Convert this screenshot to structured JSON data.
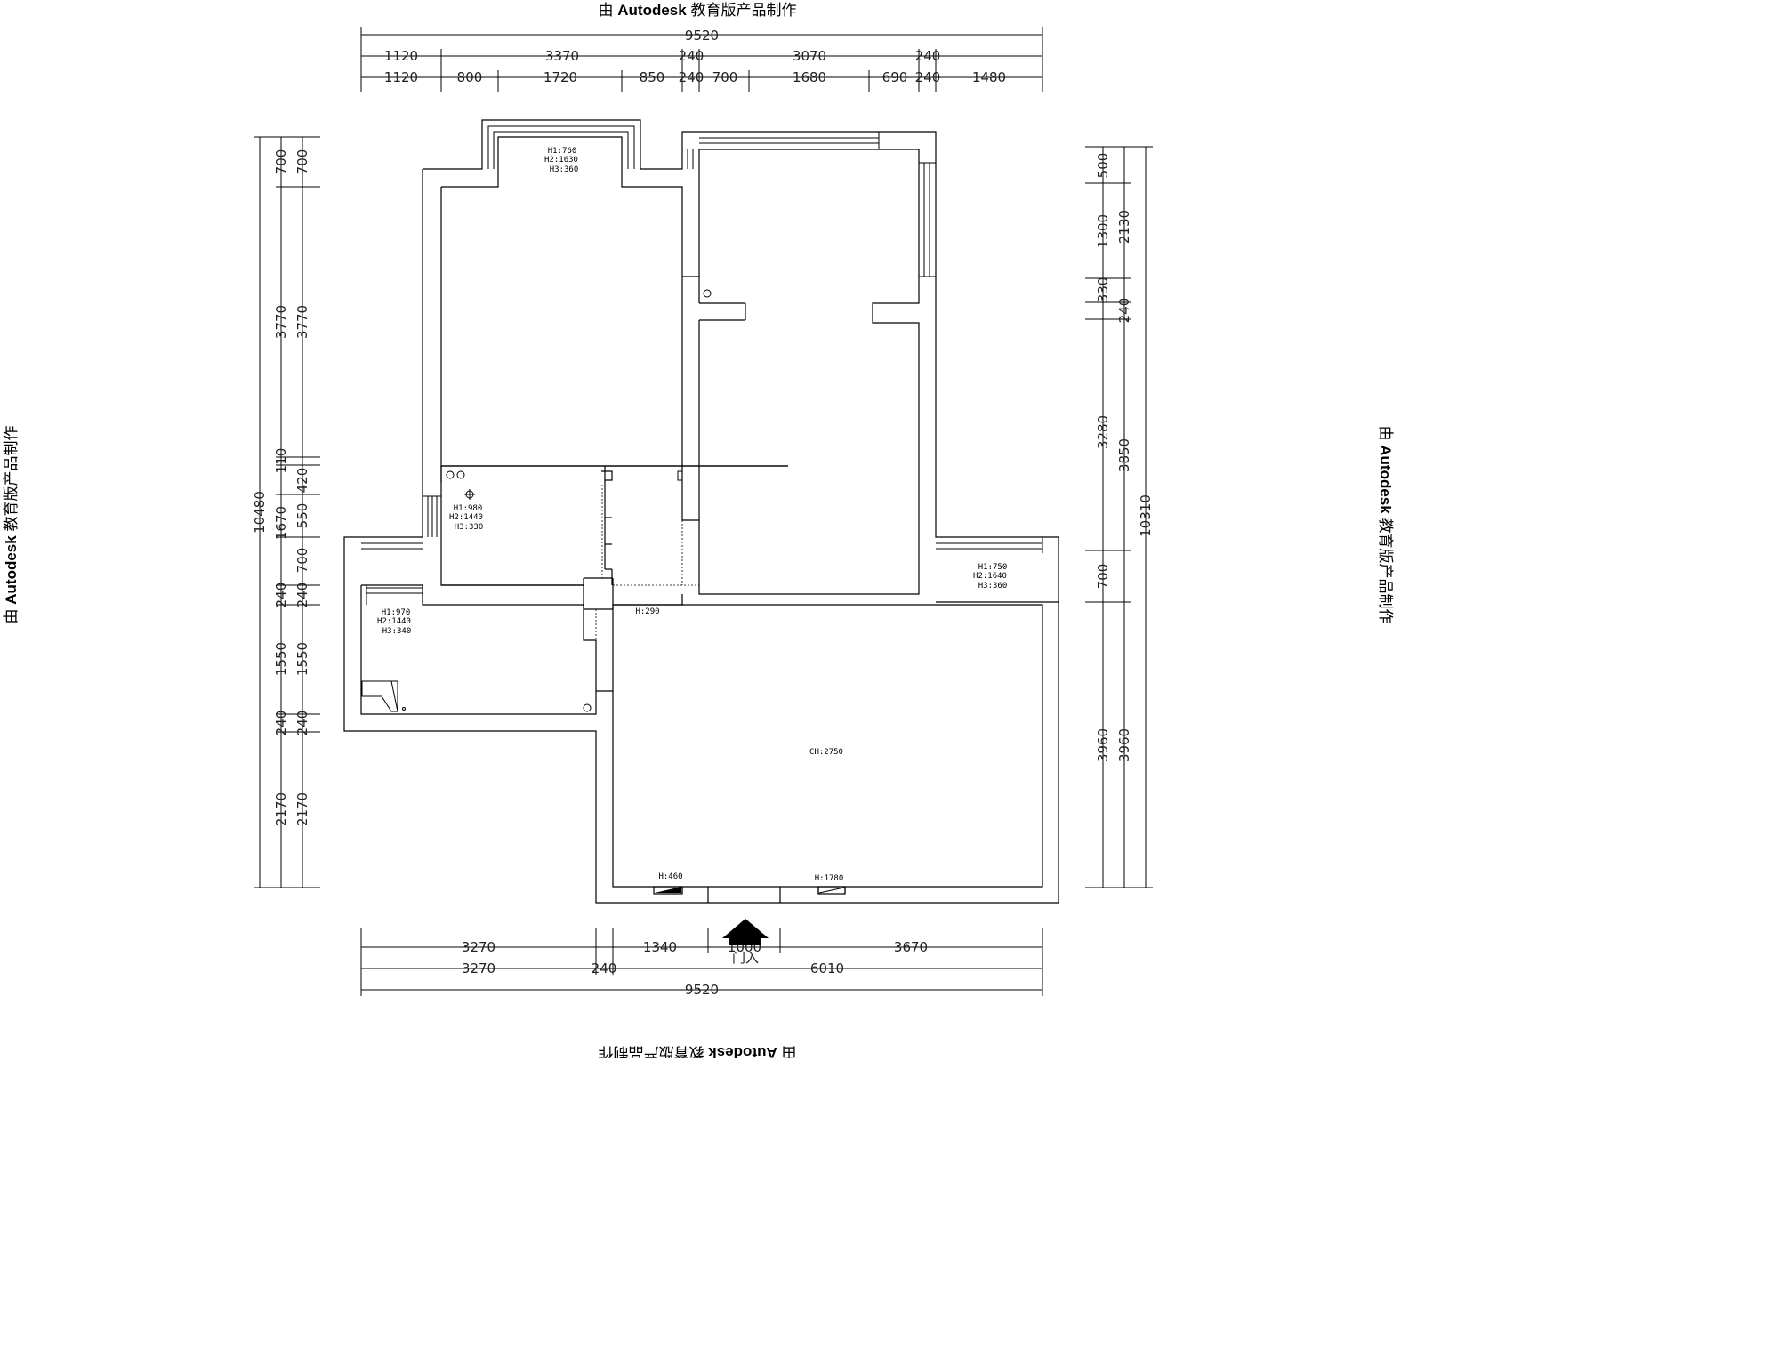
{
  "watermark": {
    "prefix": "由",
    "brand": "Autodesk",
    "suffix": "教育版产品制作"
  },
  "dimensions": {
    "top_total": "9520",
    "top_row1": [
      "1120",
      "3370",
      "240",
      "3070",
      "240"
    ],
    "top_row2": [
      "1120",
      "800",
      "1720",
      "850",
      "240",
      "700",
      "1680",
      "690",
      "240",
      "1480"
    ],
    "left_total": "10480",
    "left_outer": [
      "700",
      "3770",
      "1670",
      "240",
      "1550",
      "240",
      "2170"
    ],
    "left_inner": [
      "700",
      "3770",
      "110",
      "420",
      "550",
      "700",
      "240",
      "1550",
      "240",
      "2170"
    ],
    "right_total": "10310",
    "right_inner": [
      "500",
      "1300",
      "330",
      "3280",
      "700",
      "3960"
    ],
    "right_outer": [
      "2130",
      "240",
      "3850",
      "3960"
    ],
    "bottom_row1": [
      "3270",
      "1340",
      "1000",
      "3670"
    ],
    "bottom_row2": [
      "3270",
      "240",
      "6010"
    ],
    "bottom_total": "9520"
  },
  "annotations": {
    "top_window": [
      "H1:760",
      "H2:1630",
      "H3:360"
    ],
    "small_room": [
      "H1:980",
      "H2:1440",
      "H3:330"
    ],
    "left_room": [
      "H1:970",
      "H2:1440",
      "H3:340"
    ],
    "right_room": [
      "H1:750",
      "H2:1640",
      "H3:360"
    ],
    "h290": "H:290",
    "ceiling": "CH:2750",
    "h460": "H:460",
    "h1780": "H:1780"
  },
  "entrance_label": "门入"
}
